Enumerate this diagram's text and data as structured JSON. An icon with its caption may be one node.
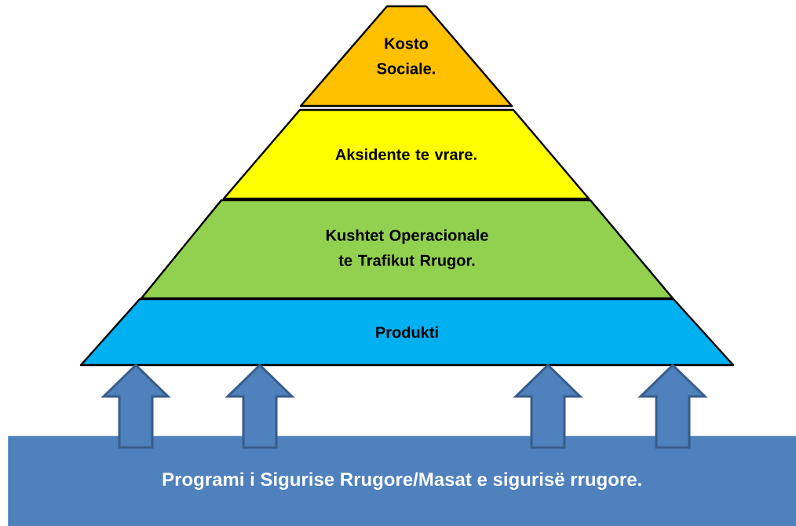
{
  "diagram": {
    "nodes": [
      {
        "text": [
          "Kosto Sociale."
        ]
      },
      {
        "text": [
          "Aksidente te vrare."
        ]
      },
      {
        "text": [
          "Kushtet Operacionale te Trafikut Rrugor."
        ]
      },
      {
        "text": [
          "Produkti"
        ]
      },
      {
        "text": [
          "Programi i Sigurise Rrugore/Masat e sigurisë rrugore."
        ]
      }
    ],
    "edges": [
      {
        "from": 4,
        "to": 3,
        "arrow": "to"
      },
      {
        "from": 4,
        "to": 3,
        "arrow": "to"
      },
      {
        "from": 4,
        "to": 3,
        "arrow": "to"
      },
      {
        "from": 4,
        "to": 3,
        "arrow": "to"
      }
    ]
  }
}
